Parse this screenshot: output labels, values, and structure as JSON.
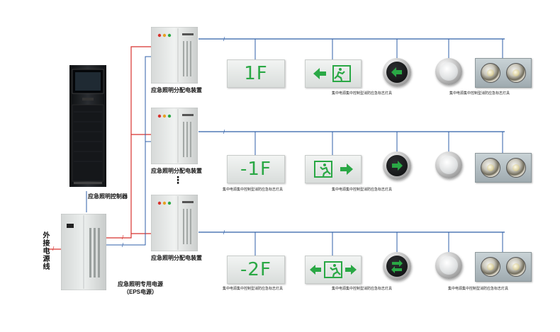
{
  "labels": {
    "controller": "应急照明控制器",
    "distribution_box": "应急照明分配电装置",
    "eps_line1": "应急照明专用电源",
    "eps_line2": "（EPS电源）",
    "external_power": "外接电源线",
    "signs_caption": "集中电源集中控制型消防应急标志灯具",
    "lamps_caption": "集中电源集中控制型消防应急标志灯具",
    "ellipsis": "⋮"
  },
  "floors": [
    {
      "floor_sign": "1F",
      "exit_arrow": "left"
    },
    {
      "floor_sign": "-1F",
      "exit_arrow": "right"
    },
    {
      "floor_sign": "-2F",
      "exit_arrow": "both"
    }
  ],
  "wire_mark": "/",
  "colors": {
    "power_line": "#d8322e",
    "bus_line": "#2f5fa8",
    "sign_green": "#2aa845",
    "cabinet_body": "#e3e5e4",
    "controller_body": "#1a1c1f"
  },
  "icons": [
    "running-man-icon",
    "arrow-left-icon",
    "arrow-right-icon",
    "double-arrow-icon"
  ]
}
